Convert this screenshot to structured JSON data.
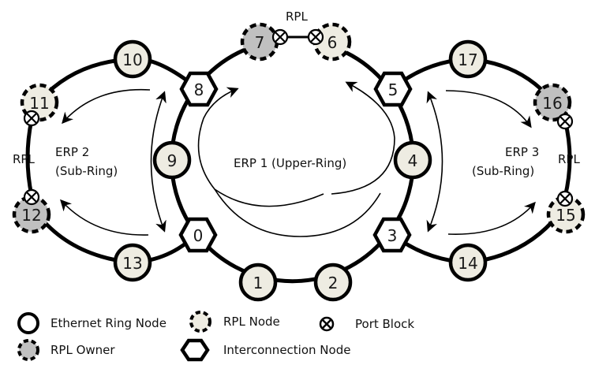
{
  "diagram": {
    "colors": {
      "normal_fill": "#eeece2",
      "owner_fill": "#c0c0c0",
      "stroke": "#000000"
    },
    "rings": [
      {
        "id": "erp1",
        "label": "ERP 1 (Upper-Ring)"
      },
      {
        "id": "erp2",
        "label_line1": "ERP 2",
        "label_line2": "(Sub-Ring)"
      },
      {
        "id": "erp3",
        "label_line1": "ERP 3",
        "label_line2": "(Sub-Ring)"
      }
    ],
    "rpl_labels": {
      "top": "RPL",
      "left": "RPL",
      "right": "RPL"
    },
    "nodes": [
      {
        "id": "0",
        "type": "interconnection"
      },
      {
        "id": "1",
        "type": "ethernet"
      },
      {
        "id": "2",
        "type": "ethernet"
      },
      {
        "id": "3",
        "type": "interconnection"
      },
      {
        "id": "4",
        "type": "ethernet"
      },
      {
        "id": "5",
        "type": "interconnection"
      },
      {
        "id": "6",
        "type": "rpl-node"
      },
      {
        "id": "7",
        "type": "rpl-owner"
      },
      {
        "id": "8",
        "type": "interconnection"
      },
      {
        "id": "9",
        "type": "ethernet"
      },
      {
        "id": "10",
        "type": "ethernet"
      },
      {
        "id": "11",
        "type": "rpl-node"
      },
      {
        "id": "12",
        "type": "rpl-owner"
      },
      {
        "id": "13",
        "type": "ethernet"
      },
      {
        "id": "14",
        "type": "ethernet"
      },
      {
        "id": "15",
        "type": "rpl-node"
      },
      {
        "id": "16",
        "type": "rpl-owner"
      },
      {
        "id": "17",
        "type": "ethernet"
      }
    ]
  },
  "legend": {
    "ethernet_ring_node": "Ethernet Ring Node",
    "rpl_node": "RPL Node",
    "port_block": "Port Block",
    "rpl_owner": "RPL Owner",
    "interconnection_node": "Interconnection Node"
  }
}
